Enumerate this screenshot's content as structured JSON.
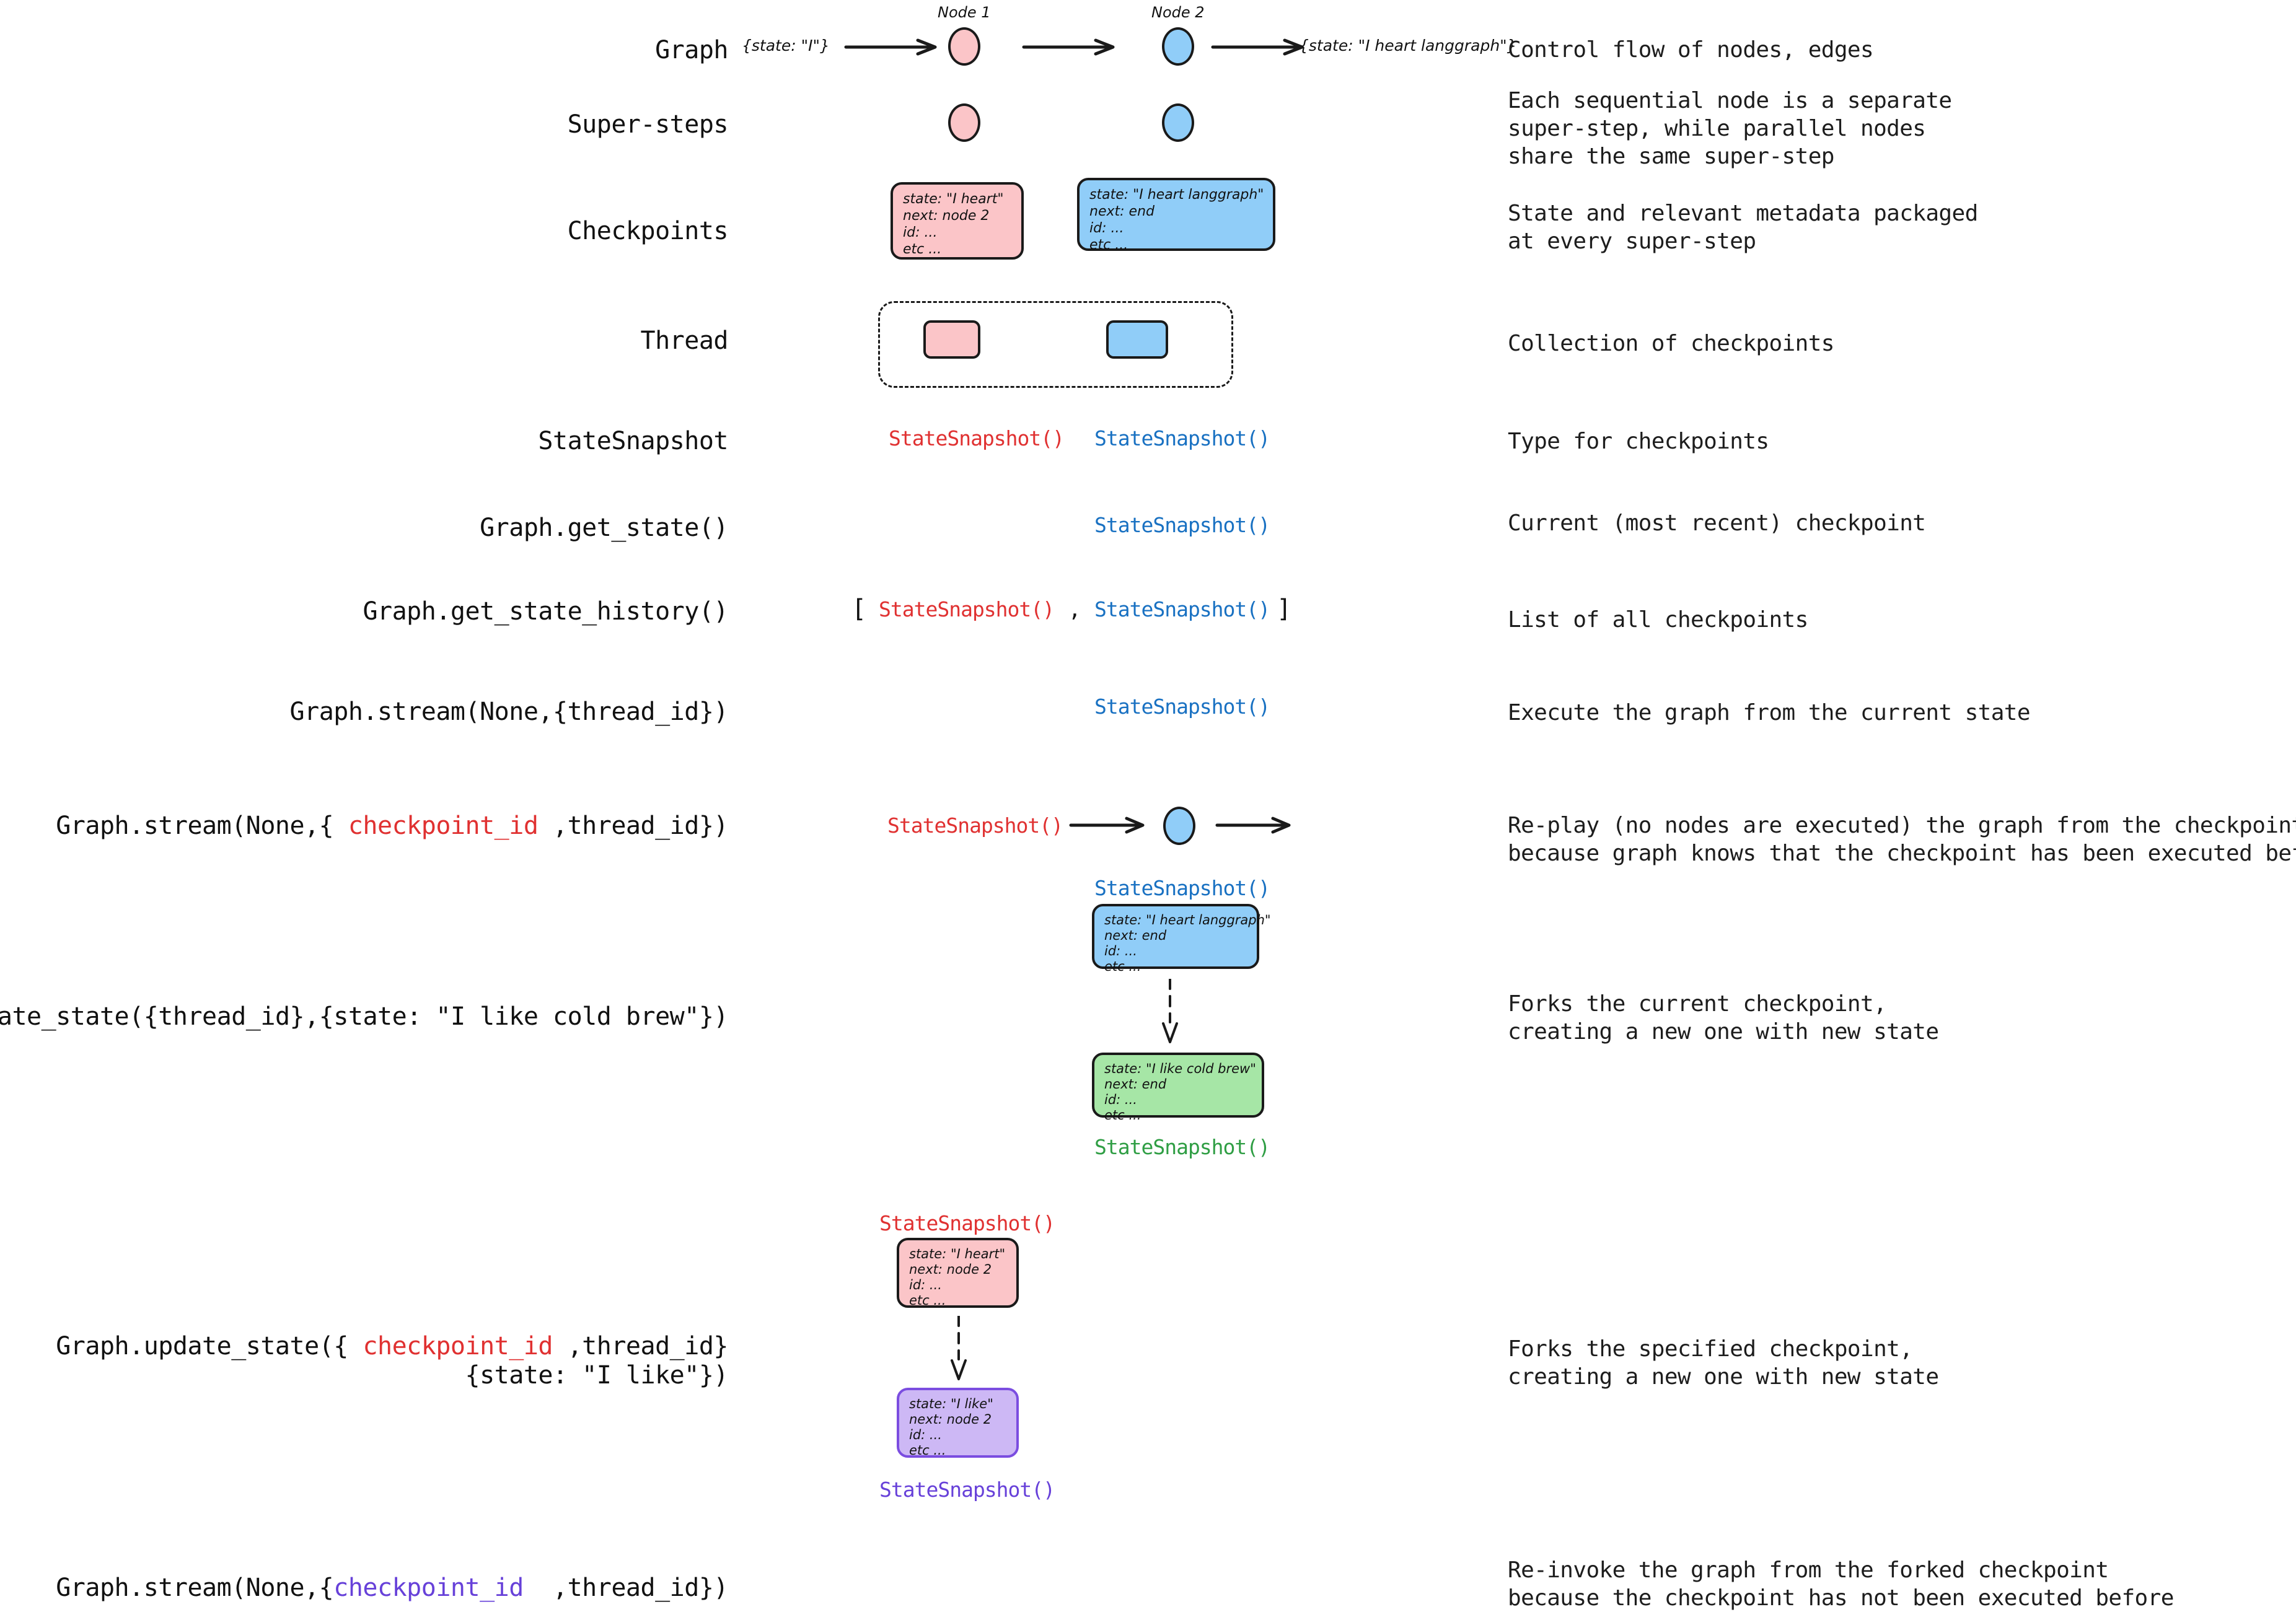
{
  "rows": [
    {
      "label": "Graph",
      "desc": "Control flow of nodes, edges"
    },
    {
      "label": "Super-steps",
      "desc": "Each sequential node is a separate\nsuper-step, while parallel nodes\nshare the same super-step"
    },
    {
      "label": "Checkpoints",
      "desc": "State and relevant metadata packaged\nat every super-step"
    },
    {
      "label": "Thread",
      "desc": "Collection of checkpoints"
    },
    {
      "label": "StateSnapshot",
      "desc": "Type for checkpoints"
    },
    {
      "label": "Graph.get_state()",
      "desc": "Current (most recent) checkpoint"
    },
    {
      "label": "Graph.get_state_history()",
      "desc": "List of all checkpoints"
    },
    {
      "label": "Graph.stream(None,{thread_id})",
      "desc": "Execute the graph from the current state"
    },
    {
      "label": "Graph.stream(None,{ checkpoint_id ,thread_id})",
      "desc": "Re-play (no nodes are executed) the graph from the checkpoint,\nbecause graph knows that the checkpoint has been executed before"
    },
    {
      "label": "Graph.update_state({thread_id},{state: \"I like cold brew\"})",
      "desc": "Forks the current checkpoint,\ncreating a new one with new state"
    },
    {
      "label": "Graph.update_state({ checkpoint_id ,thread_id}\n{state: \"I like\"})",
      "desc": "Forks the specified checkpoint,\ncreating a new one with new state"
    },
    {
      "label": "Graph.stream(None,{checkpoint_id  ,thread_id})",
      "desc": "Re-invoke the graph from the forked checkpoint\nbecause the checkpoint has not been executed before"
    }
  ],
  "graph_row": {
    "input_state": "{state: \"I\"}",
    "output_state": "{state: \"I heart langgraph\"}",
    "node1_caption": "Node 1",
    "node2_caption": "Node 2"
  },
  "checkpoints": {
    "pink": "state: \"I heart\"\nnext: node 2\nid: ...\netc ...",
    "blue": "state: \"I heart langgraph\"\nnext: end\nid: ...\netc ...",
    "green": "state: \"I like cold brew\"\nnext: end\nid: ...\netc ...",
    "purple": "state: \"I like\"\nnext: node 2\nid: ...\netc ..."
  },
  "snapshot_label": "StateSnapshot()",
  "bracket_open": "[",
  "bracket_close": "]",
  "comma": ",",
  "code_tokens": {
    "stream_replay_pre": "Graph.stream(None,{ ",
    "stream_replay_tok": "checkpoint_id",
    "stream_replay_post": " ,thread_id})",
    "update_specified_pre": "Graph.update_state({ ",
    "update_specified_tok": "checkpoint_id",
    "update_specified_post": " ,thread_id}",
    "update_specified_line2": "{state: \"I like\"})",
    "stream_fork_pre": "Graph.stream(None,{",
    "stream_fork_tok": "checkpoint_id",
    "stream_fork_post": "  ,thread_id})"
  },
  "colors": {
    "pink_fill": "#FBC5C8",
    "blue_fill": "#90CDF8",
    "green_fill": "#A6E6A6",
    "purple_fill": "#CDB8F5",
    "red_text": "#E03131",
    "blue_text": "#1971C2",
    "green_text": "#2F9E44",
    "purple_text": "#6741D9",
    "stroke": "#1a1a1a"
  }
}
